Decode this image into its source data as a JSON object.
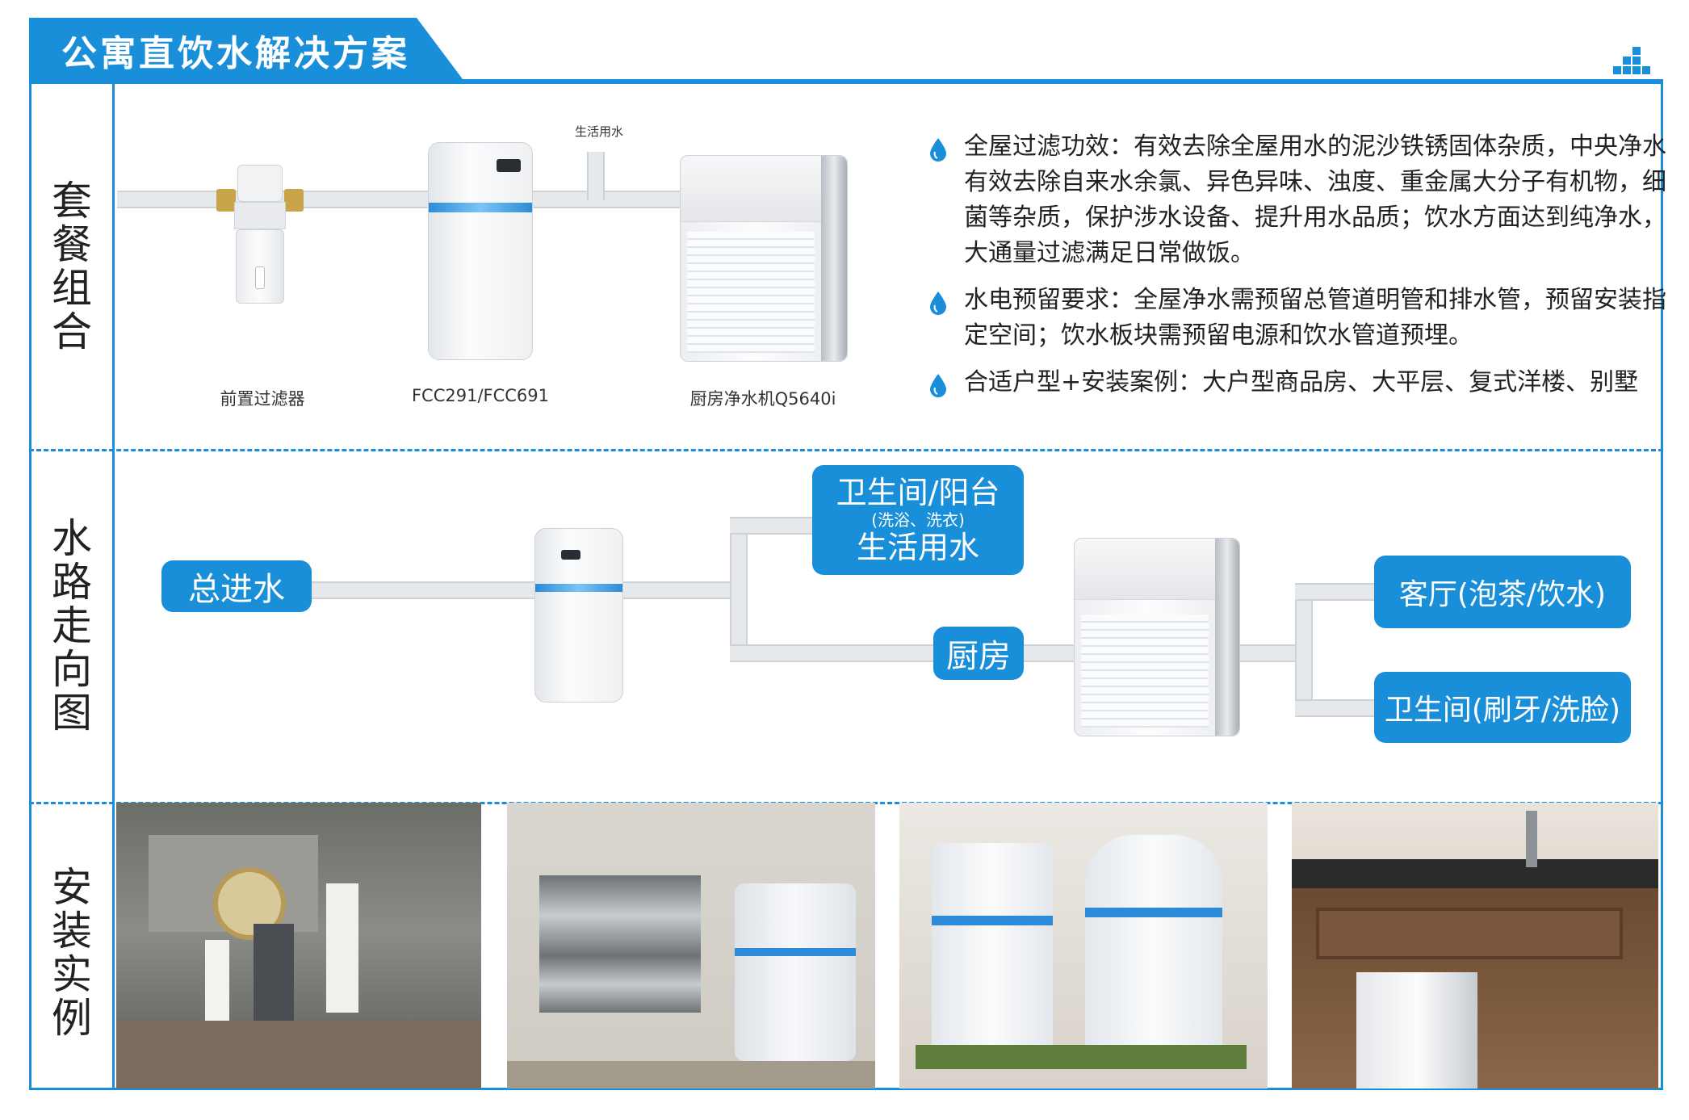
{
  "header": {
    "title": "公寓直饮水解决方案"
  },
  "sections": {
    "package": {
      "label": "套餐组合"
    },
    "route": {
      "label": "水路走向图"
    },
    "install": {
      "label": "安装实例"
    }
  },
  "package": {
    "products": [
      {
        "caption": "前置过滤器"
      },
      {
        "caption": "FCC291/FCC691"
      },
      {
        "caption": "厨房净水机Q5640i"
      }
    ],
    "branch_label": "生活用水",
    "descriptions": [
      {
        "text": "全屋过滤功效：有效去除全屋用水的泥沙铁锈固体杂质，中央净水有效去除自来水余氯、异色异味、浊度、重金属大分子有机物，细菌等杂质，保护涉水设备、提升用水品质；饮水方面达到纯净水，大通量过滤满足日常做饭。"
      },
      {
        "text": "水电预留要求：全屋净水需预留总管道明管和排水管，预留安装指定空间；饮水板块需预留电源和饮水管道预埋。"
      },
      {
        "text": "合适户型+安装案例：大户型商品房、大平层、复式洋楼、别墅"
      }
    ]
  },
  "route": {
    "inlet": "总进水",
    "bath_top": "卫生间/阳台",
    "bath_note": "(洗浴、洗衣)",
    "bath_bottom": "生活用水",
    "kitchen": "厨房",
    "living": "客厅(泡茶/饮水)",
    "washroom": "卫生间(刷牙/洗脸)"
  },
  "colors": {
    "accent": "#1a8fd9",
    "pipe": "#e6e9ec"
  }
}
